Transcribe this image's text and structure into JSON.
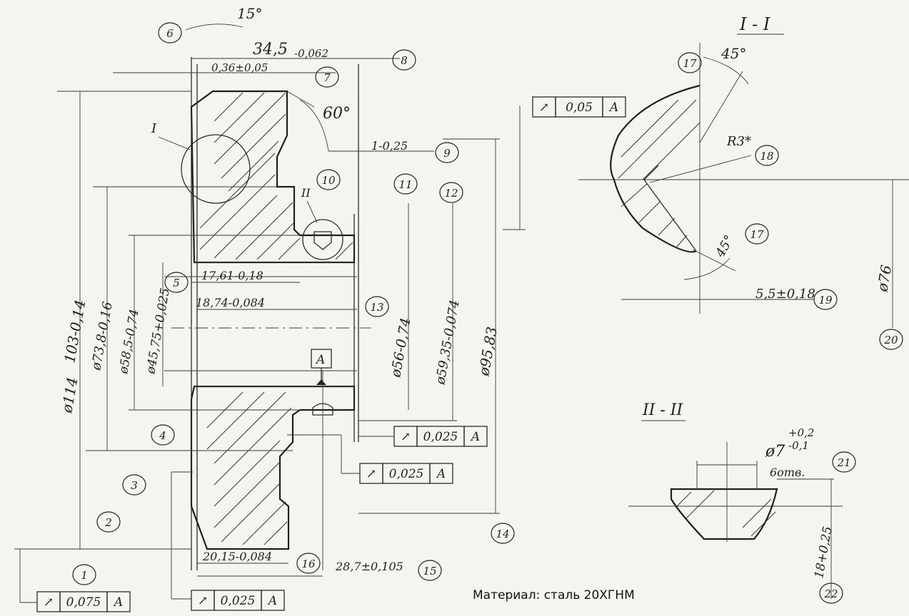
{
  "material": "Материал: сталь 20ХГНМ",
  "sections": {
    "s1": "I - I",
    "s2": "II - II"
  },
  "callouts": {
    "c1": "I",
    "c2": "II"
  },
  "bubbles": [
    "1",
    "2",
    "3",
    "4",
    "5",
    "6",
    "7",
    "8",
    "9",
    "10",
    "11",
    "12",
    "13",
    "14",
    "15",
    "16",
    "17",
    "18",
    "19",
    "20",
    "21",
    "22",
    "17"
  ],
  "dimensions": {
    "angle15": "15°",
    "w345": "34,5",
    "w345tol": "-0,062",
    "d036": "0,36±0,05",
    "angle60": "60°",
    "chamf": "1-0,25",
    "d1761": "17,61-0,18",
    "d1874": "18,74-0,084",
    "d2015": "20,15-0,084",
    "d287": "28,7±0,105",
    "dia114": "ø114",
    "dia103": "103-0,14",
    "dia738": "ø73,8-0,16",
    "dia585": "ø58,5-0,74",
    "dia4575": "ø45,75+0,025",
    "dia56": "ø56-0,74",
    "dia5935": "ø59,35-0,074",
    "dia9583": "ø95,83",
    "angle45a": "45°",
    "r3": "R3*",
    "angle45b": "45°",
    "d55": "5,5±0,18",
    "dia76": "ø76",
    "dia7": "ø7",
    "dia7tolp": "+0,2",
    "dia7tolm": "-0,1",
    "holes": "6отв.",
    "d18": "18+0,25"
  },
  "datum": "A",
  "tolerance_frames": [
    {
      "sym": "↗",
      "val": "0,05",
      "ref": "A"
    },
    {
      "sym": "↗",
      "val": "0,025",
      "ref": "A"
    },
    {
      "sym": "↗",
      "val": "0,025",
      "ref": "A"
    },
    {
      "sym": "↗",
      "val": "0,075",
      "ref": "A"
    },
    {
      "sym": "↗",
      "val": "0,025",
      "ref": "A"
    }
  ]
}
